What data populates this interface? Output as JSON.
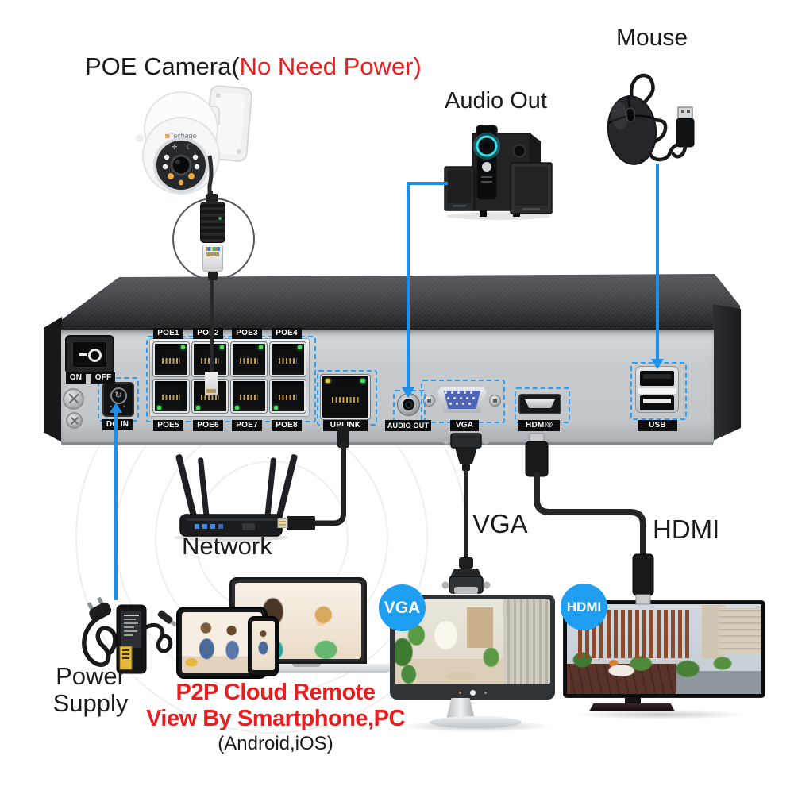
{
  "colors": {
    "accent_blue": "#1e8fe9",
    "badge_blue": "#1f9ff2",
    "dashed_blue": "#2b9ff2",
    "alert_red": "#e81e1e",
    "panel_gray": "#c7cbce",
    "chassis_dark": "#2c2e31"
  },
  "texts": {
    "title_black": "POE Camera(",
    "title_red": "No Need Power)",
    "audio_out": "Audio Out",
    "mouse": "Mouse",
    "network": "Network",
    "vga_label": "VGA",
    "hdmi_label": "HDMI",
    "power_line1": "Power",
    "power_line2": "Supply",
    "p2p_line1": "P2P Cloud Remote",
    "p2p_line2": "View By Smartphone,PC",
    "p2p_line3": "(Android,iOS)",
    "vga_badge": "VGA",
    "hdmi_badge": "HDMI"
  },
  "camera": {
    "brand": "Techage"
  },
  "nvr": {
    "switch_on": "ON",
    "switch_off": "OFF",
    "dc_in": "DC IN",
    "poe_top": [
      "POE1",
      "POE2",
      "POE3",
      "POE4"
    ],
    "poe_bottom": [
      "POE5",
      "POE6",
      "POE7",
      "POE8"
    ],
    "uplink": "UPLINK",
    "audio_out": "AUDIO OUT",
    "vga": "VGA",
    "hdmi": "HDMI®",
    "usb": "USB"
  }
}
